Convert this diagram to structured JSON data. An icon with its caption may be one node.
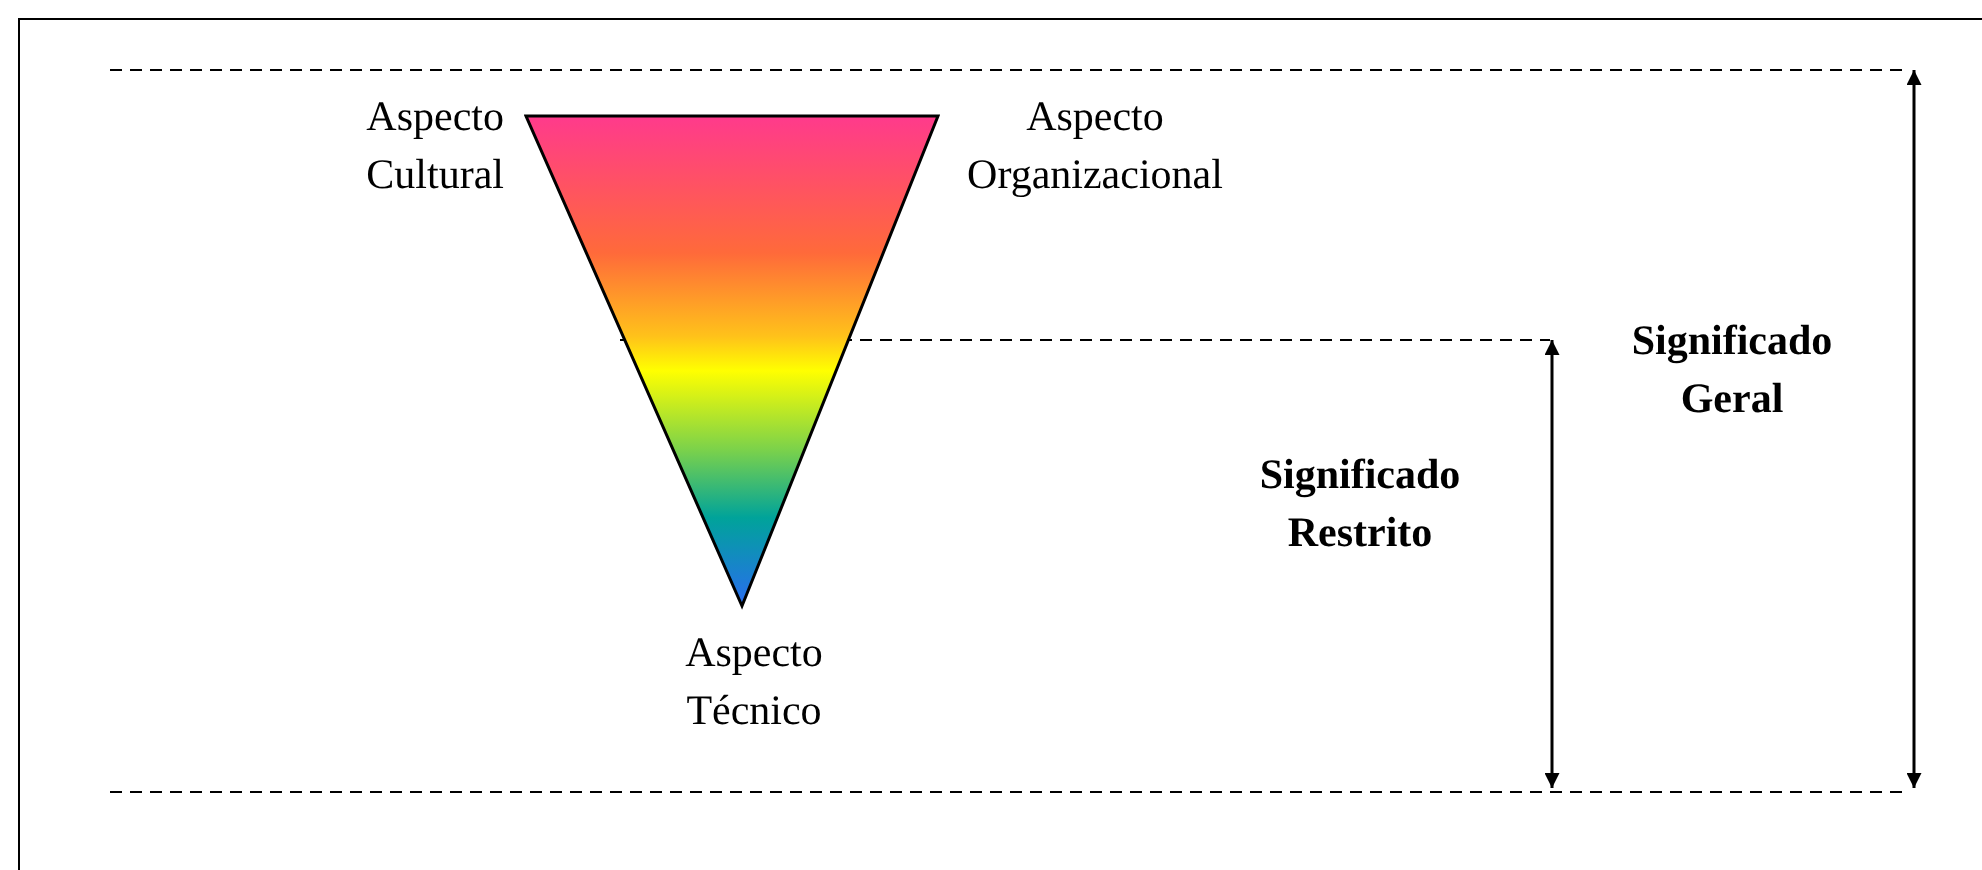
{
  "diagram": {
    "nodes": [
      {
        "text": [],
        "shape": "triangle"
      }
    ],
    "labels": [
      "Aspecto Cultural",
      "Aspecto Organizacional",
      "Aspecto Técnico",
      "Significado Restrito",
      "Significado Geral"
    ]
  }
}
